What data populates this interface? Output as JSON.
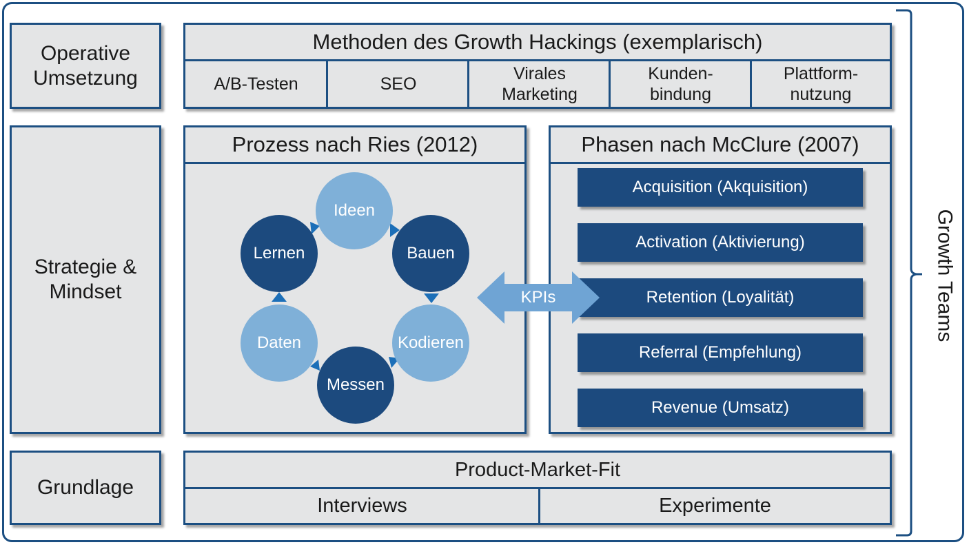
{
  "left_labels": {
    "operative": "Operative\nUmsetzung",
    "strategie": "Strategie &\nMindset",
    "grundlage": "Grundlage"
  },
  "methoden": {
    "title": "Methoden des Growth Hackings (exemplarisch)",
    "items": [
      "A/B-Testen",
      "SEO",
      "Virales\nMarketing",
      "Kunden-\nbindung",
      "Plattform-\nnutzung"
    ]
  },
  "ries": {
    "title": "Prozess nach Ries (2012)",
    "steps": [
      "Ideen",
      "Bauen",
      "Kodieren",
      "Messen",
      "Daten",
      "Lernen"
    ]
  },
  "kpis": "KPIs",
  "mcclure": {
    "title": "Phasen nach McClure (2007)",
    "phases": [
      "Acquisition (Akquisition)",
      "Activation (Aktivierung)",
      "Retention (Loyalität)",
      "Referral (Empfehlung)",
      "Revenue (Umsatz)"
    ]
  },
  "pmf": {
    "title": "Product-Market-Fit",
    "items": [
      "Interviews",
      "Experimente"
    ]
  },
  "growth_teams": "Growth Teams",
  "colors": {
    "dark_blue": "#1c4a7e",
    "light_blue": "#7fb0d8",
    "box_gray": "#e4e5e6",
    "border": "#1c4f82",
    "arrow": "#6fa4d4"
  }
}
